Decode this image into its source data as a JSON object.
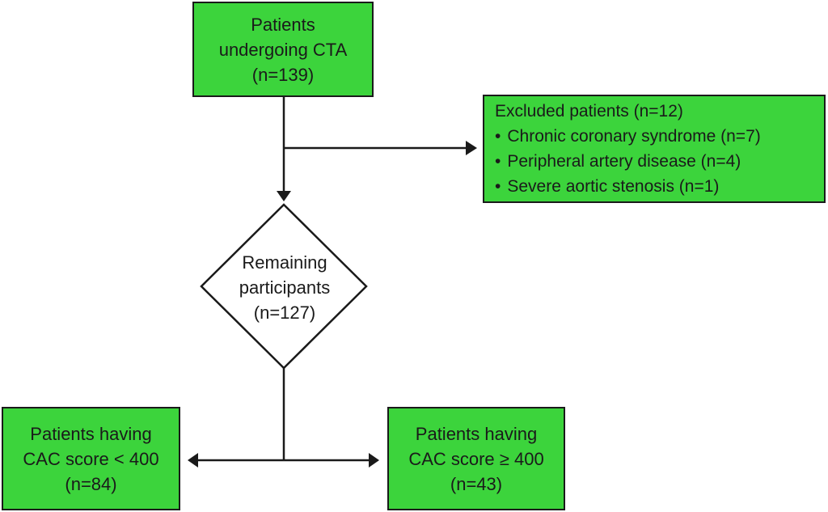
{
  "nodes": {
    "patients_cta": {
      "lines": [
        "Patients",
        "undergoing CTA",
        "(n=139)"
      ]
    },
    "excluded": {
      "header": "Excluded patients (n=12)",
      "bullets": [
        "Chronic coronary syndrome (n=7)",
        "Peripheral artery disease (n=4)",
        "Severe aortic stenosis (n=1)"
      ]
    },
    "remaining": {
      "lines": [
        "Remaining",
        "participants",
        "(n=127)"
      ]
    },
    "cac_low": {
      "lines": [
        "Patients having",
        "CAC score < 400",
        "(n=84)"
      ]
    },
    "cac_high": {
      "lines": [
        "Patients having",
        "CAC score ≥ 400",
        "(n=43)"
      ]
    }
  },
  "colors": {
    "box_fill": "#3cd43c",
    "outline": "#1a1a1a",
    "background": "#ffffff"
  }
}
